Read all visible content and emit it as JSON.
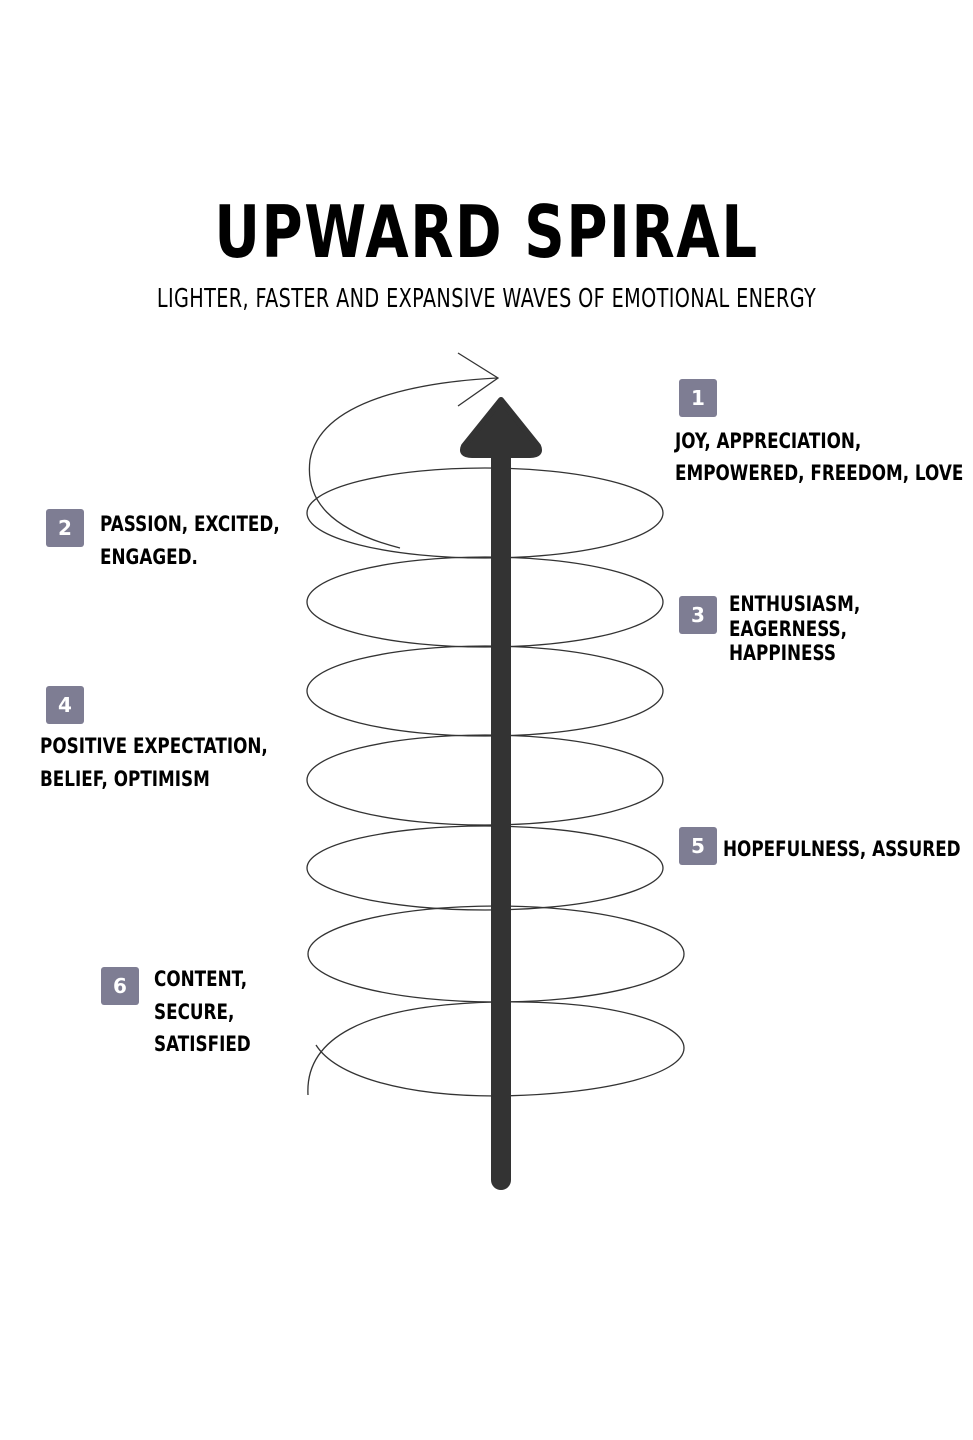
{
  "title": "UPWARD SPIRAL",
  "subtitle": "LIGHTER, FASTER AND EXPANSIVE WAVES OF EMOTIONAL ENERGY",
  "colors": {
    "badge": "#7e7d93",
    "arrow": "#333333",
    "spiral": "#333333",
    "text": "#000000"
  },
  "levels": [
    {
      "number": "1",
      "lines": [
        "JOY, APPRECIATION,",
        "EMPOWERED, FREEDOM, LOVE"
      ]
    },
    {
      "number": "2",
      "lines": [
        "PASSION, EXCITED,",
        "ENGAGED."
      ]
    },
    {
      "number": "3",
      "lines": [
        "ENTHUSIASM,",
        "EAGERNESS,",
        "HAPPINESS"
      ]
    },
    {
      "number": "4",
      "lines": [
        "POSITIVE EXPECTATION,",
        "BELIEF, OPTIMISM"
      ]
    },
    {
      "number": "5",
      "lines": [
        "HOPEFULNESS, ASSURED"
      ]
    },
    {
      "number": "6",
      "lines": [
        "CONTENT,",
        "SECURE,",
        "SATISFIED"
      ]
    }
  ]
}
